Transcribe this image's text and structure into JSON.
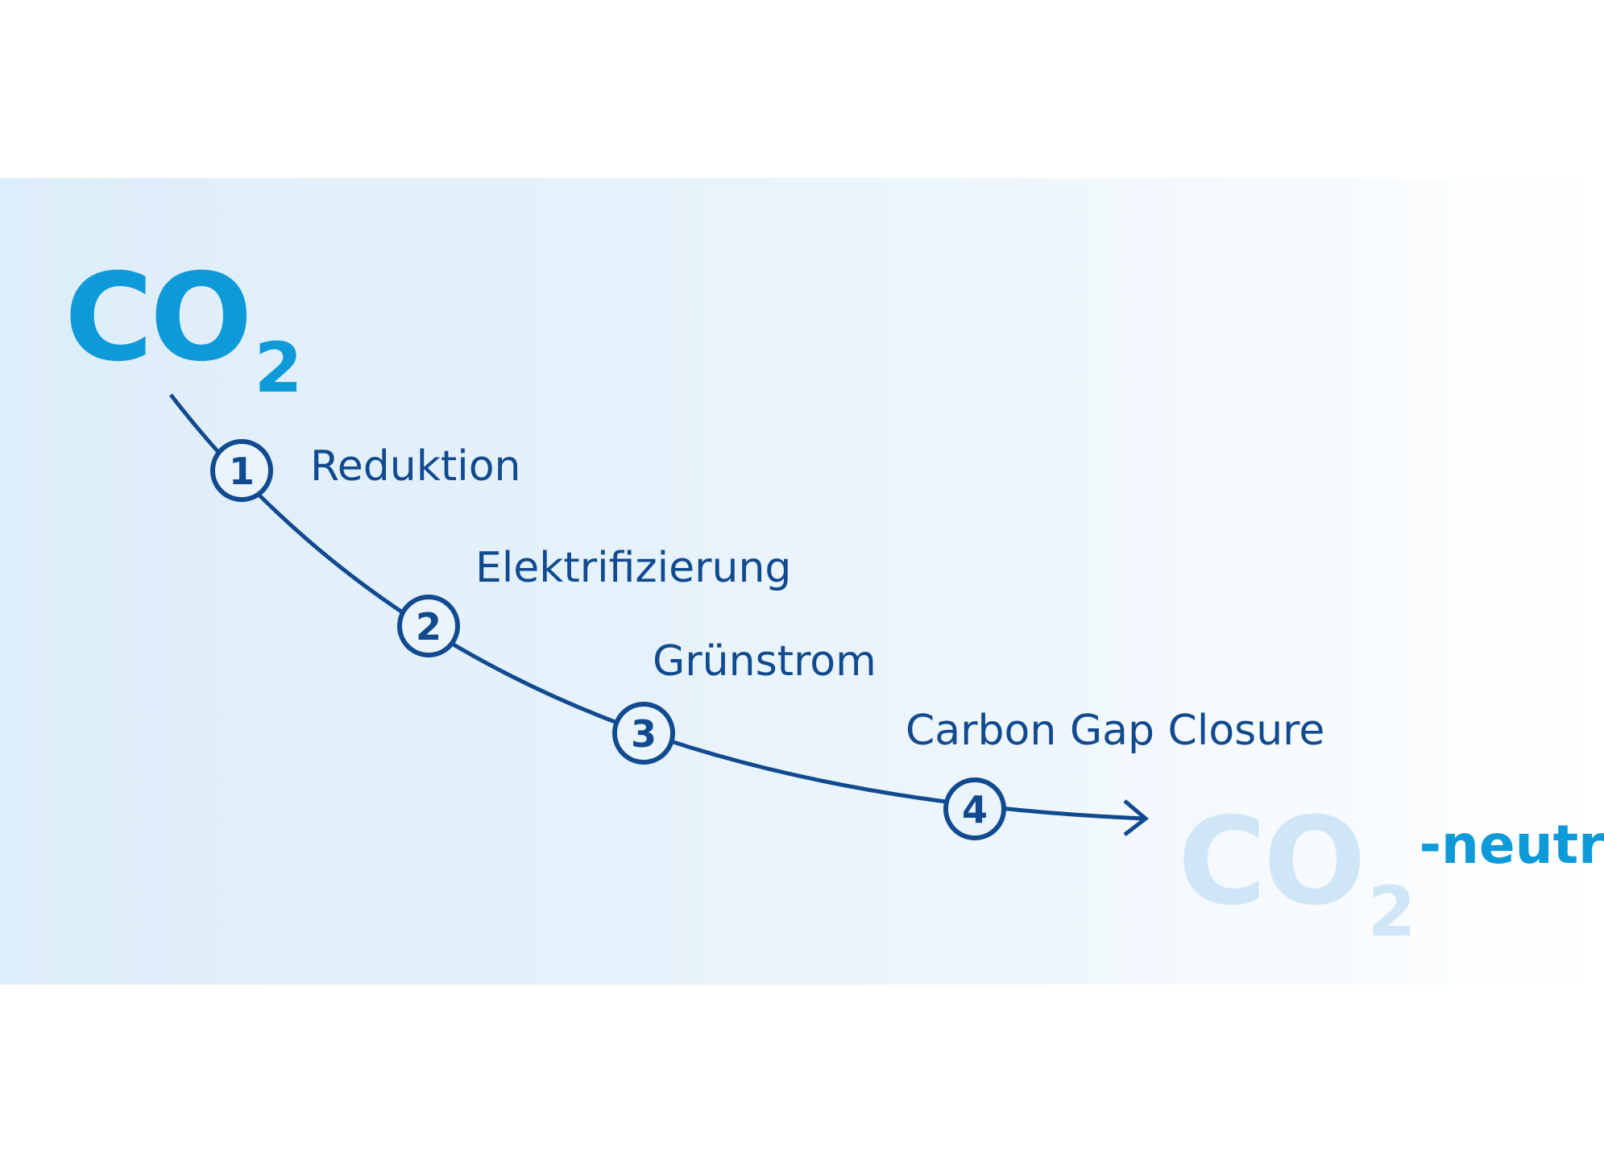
{
  "start_label": {
    "main": "CO",
    "subscript": "2"
  },
  "end_label": {
    "main": "CO",
    "subscript": "2",
    "suffix": "-neutral"
  },
  "steps": [
    {
      "number": "1",
      "label": "Reduktion"
    },
    {
      "number": "2",
      "label": "Elektrifizierung"
    },
    {
      "number": "3",
      "label": "Grünstrom"
    },
    {
      "number": "4",
      "label": "Carbon Gap Closure"
    }
  ],
  "colors": {
    "accent": "#0e9ad9",
    "path": "#114a8f",
    "faded": "#cfe6f6",
    "band": "#e6f2fb"
  }
}
